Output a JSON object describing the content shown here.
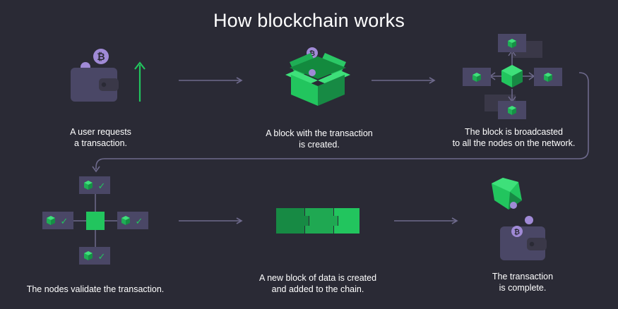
{
  "title": "How blockchain works",
  "steps": [
    {
      "line1": "A user requests",
      "line2": "a transaction."
    },
    {
      "line1": "A block with the transaction",
      "line2": "is created."
    },
    {
      "line1": "The block  is broadcasted",
      "line2": "to all the nodes on the network."
    },
    {
      "line1": "The nodes validate the transaction.",
      "line2": ""
    },
    {
      "line1": "A new block of data is created",
      "line2": "and added to the chain."
    },
    {
      "line1": "The transaction",
      "line2": "is complete."
    }
  ],
  "icons": {
    "coin_symbol": "₿",
    "check_symbol": "✓"
  },
  "colors": {
    "background": "#2a2a35",
    "card": "#4a4766",
    "card_dark": "#3a3848",
    "green": "#22c55e",
    "green_dark": "#178a44",
    "coin": "#a08ad6",
    "arrow": "#6e6a8c"
  }
}
